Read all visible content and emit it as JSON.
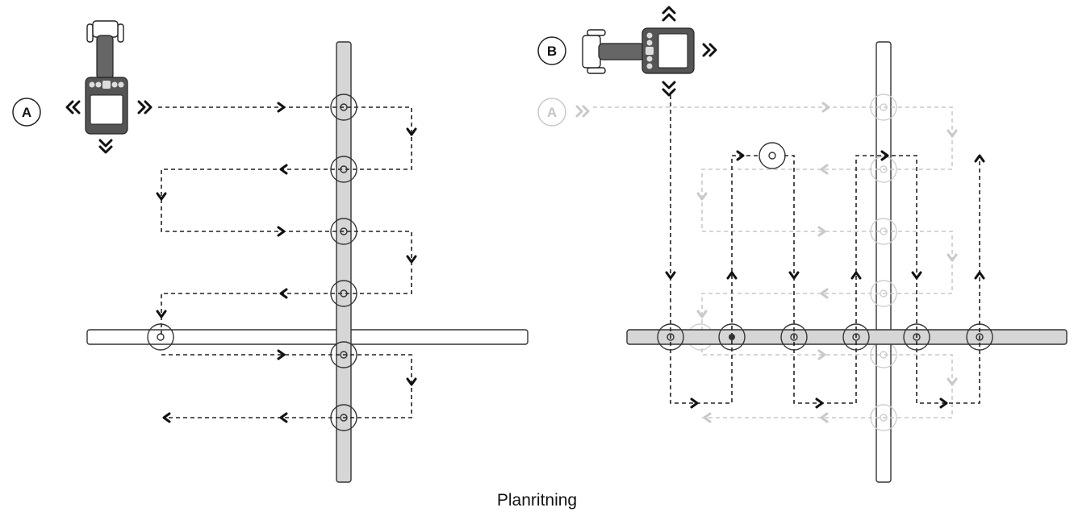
{
  "caption": "Planritning",
  "markers": {
    "a": "A",
    "b": "B",
    "a_faded": "A"
  },
  "icons": [
    "locator-device-icon",
    "double-chevron-arrow-icon",
    "ring-marker-icon"
  ],
  "colors": {
    "path": "#222222",
    "faded_path": "#c9c9c9",
    "pipe_fill": "#d6d6d6"
  }
}
